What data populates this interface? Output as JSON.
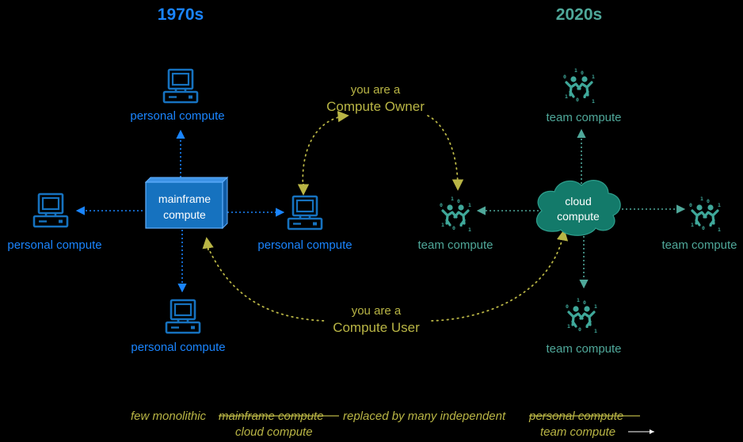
{
  "colors": {
    "background": "#000000",
    "blue": "#1a85ff",
    "teal": "#4fa89a",
    "olive": "#b9b545",
    "mainframe_fill": "#1672bf"
  },
  "left": {
    "heading": "1970s",
    "hub_label_line1": "mainframe",
    "hub_label_line2": "compute",
    "node_top": "personal compute",
    "node_left": "personal compute",
    "node_right": "personal compute",
    "node_bottom": "personal compute"
  },
  "right": {
    "heading": "2020s",
    "hub_label_line1": "cloud",
    "hub_label_line2": "compute",
    "node_top": "team compute",
    "node_left": "team compute",
    "node_right": "team compute",
    "node_bottom": "team compute"
  },
  "owner_label": {
    "line1": "you are a",
    "line2": "Compute Owner"
  },
  "user_label": {
    "line1": "you are a",
    "line2": "Compute User"
  },
  "caption": {
    "part1": "few monolithic",
    "struck1": "mainframe compute",
    "part2": "replaced by many independent",
    "struck2": "personal compute",
    "sub1": "cloud compute",
    "sub2": "team compute"
  },
  "icons": {
    "personal": "desktop-computer-icon",
    "team": "team-collaboration-icon",
    "mainframe": "mainframe-box-icon",
    "cloud": "cloud-icon"
  }
}
